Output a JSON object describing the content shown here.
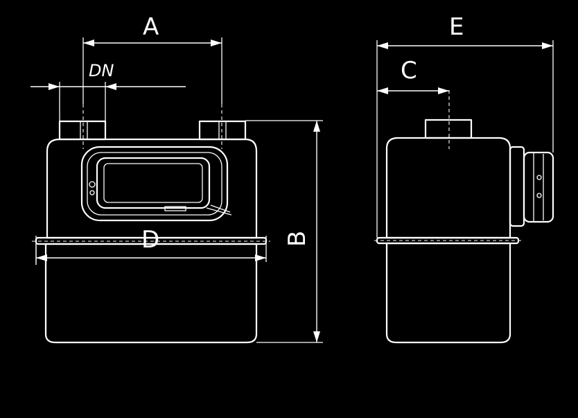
{
  "labels": {
    "a": "A",
    "b": "B",
    "c": "C",
    "d": "D",
    "e": "E",
    "dn": "DN"
  },
  "colors": {
    "background": "#000000",
    "line": "#ffffff"
  }
}
